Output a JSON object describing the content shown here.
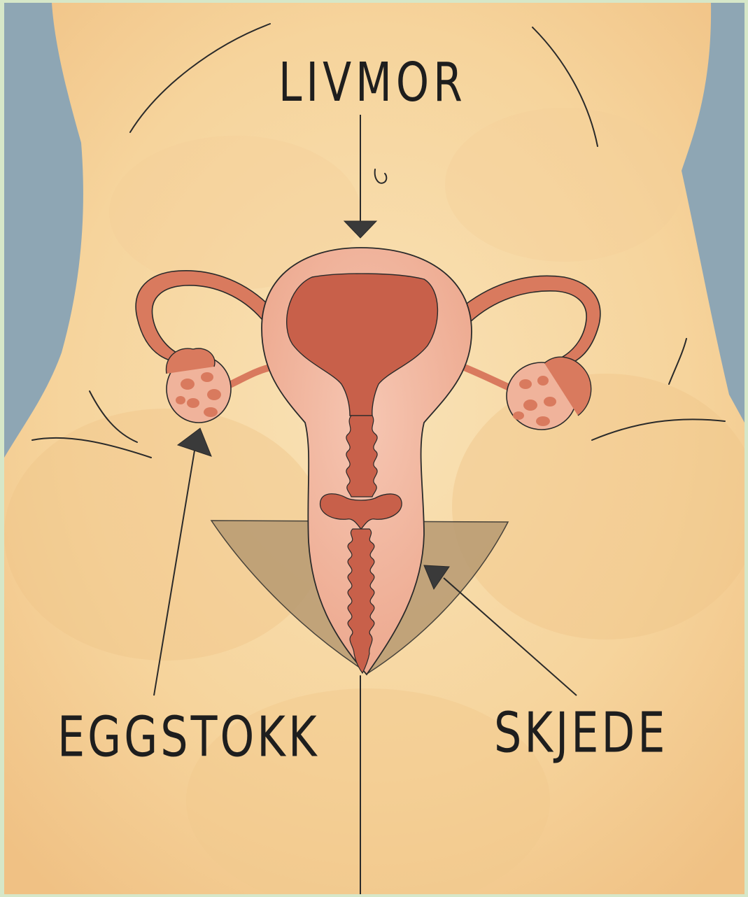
{
  "labels": {
    "uterus": "LIVMOR",
    "ovary": "EGGSTOKK",
    "vagina": "SKJEDE"
  },
  "colors": {
    "background_frame": "#d6e7c8",
    "backdrop_blue": "#8ea6b4",
    "skin": "#f6d9a6",
    "skin_shadow": "#efc07e",
    "uterus_outer": "#f3b7a0",
    "uterus_inner": "#c8604a",
    "pubic_area": "#b89a72",
    "ink": "#2a2a2a"
  }
}
